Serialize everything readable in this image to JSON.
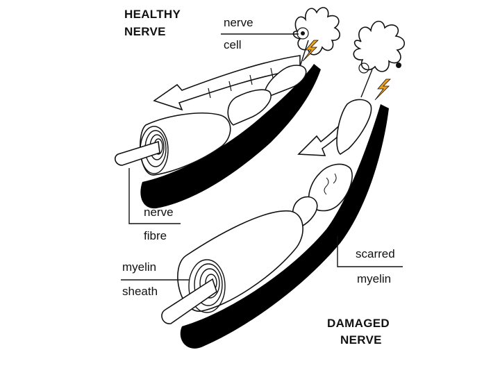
{
  "healthy": {
    "title_line1": "HEALTHY",
    "title_line2": "NERVE"
  },
  "damaged": {
    "title_line1": "DAMAGED",
    "title_line2": "NERVE"
  },
  "labels": {
    "nerve_cell_1": "nerve",
    "nerve_cell_2": "cell",
    "nerve_fibre_1": "nerve",
    "nerve_fibre_2": "fibre",
    "myelin_sheath_1": "myelin",
    "myelin_sheath_2": "sheath",
    "scarred_myelin_1": "scarred",
    "scarred_myelin_2": "myelin"
  },
  "colors": {
    "ink": "#111111",
    "shadow": "#000000",
    "impulse": "#e8a020",
    "paper": "#ffffff"
  }
}
